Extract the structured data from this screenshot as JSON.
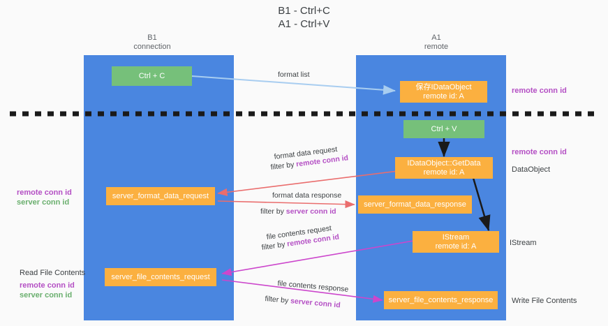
{
  "title": {
    "line1": "B1 - Ctrl+C",
    "line2": "A1 - Ctrl+V"
  },
  "columns": [
    {
      "name": "B1",
      "sub": "connection"
    },
    {
      "name": "A1",
      "sub": "remote"
    }
  ],
  "colors": {
    "lane_blue": "#4a86e0",
    "node_green": "#76c07a",
    "node_orange": "#fbb040",
    "accent_purple": "#b44fc4",
    "accent_green": "#6aaf6e",
    "arrow_blue": "#a8cdf0",
    "arrow_red": "#ea6d6d",
    "arrow_magenta": "#cc46cc",
    "arrow_black": "#1a1a1a",
    "text": "#3c4043"
  },
  "nodes": {
    "ctrl_c": {
      "label": "Ctrl + C"
    },
    "save_idataobject": {
      "line1": "保存IDataObject",
      "line2": "remote id: A"
    },
    "ctrl_v": {
      "label": "Ctrl + V"
    },
    "getdata": {
      "line1": "IDataObject::GetData",
      "line2": "remote id: A"
    },
    "server_format_data_request": {
      "label": "server_format_data_request"
    },
    "server_format_data_response": {
      "label": "server_format_data_response"
    },
    "istream": {
      "line1": "IStream",
      "line2": "remote id: A"
    },
    "server_file_contents_request": {
      "label": "server_file_contents_request"
    },
    "server_file_contents_response": {
      "label": "server_file_contents_response"
    }
  },
  "edge_labels": {
    "format_list": "format list",
    "format_data_request": "format data request",
    "format_data_request_filter_prefix": "filter by ",
    "format_data_request_filter_key": "remote conn id",
    "format_data_response": "format data response",
    "format_data_response_filter_prefix": "filter by ",
    "format_data_response_filter_key": "server conn id",
    "file_contents_request": "file contents request",
    "file_contents_request_filter_prefix": "filter by ",
    "file_contents_request_filter_key": "remote conn id",
    "file_contents_response": "file contents response",
    "file_contents_response_filter_prefix": "filter by ",
    "file_contents_response_filter_key": "server conn id"
  },
  "side_labels": {
    "right_remote_conn_id_top": "remote conn id",
    "right_remote_conn_id_mid": "remote conn id",
    "right_dataobject": "DataObject",
    "right_istream": "IStream",
    "right_write_file_contents": "Write File Contents",
    "left_remote_conn_id_mid": "remote conn id",
    "left_server_conn_id_mid": "server conn id",
    "left_read_file_contents": "Read File Contents",
    "left_remote_conn_id_bottom": "remote conn id",
    "left_server_conn_id_bottom": "server conn id"
  }
}
